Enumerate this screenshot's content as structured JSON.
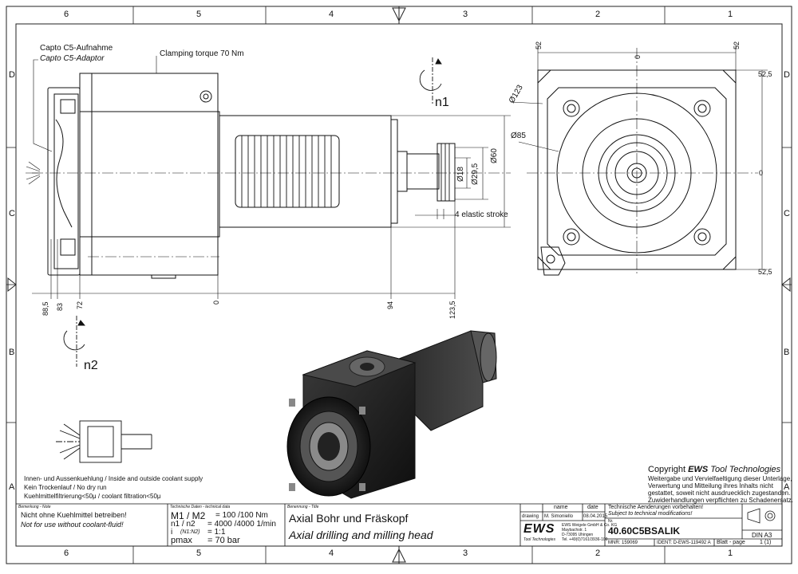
{
  "frame": {
    "col_top": [
      "6",
      "5",
      "4",
      "3",
      "2",
      "1"
    ],
    "col_bottom": [
      "6",
      "5",
      "4",
      "3",
      "2",
      "1"
    ],
    "row_left": [
      "D",
      "C",
      "B",
      "A"
    ],
    "row_right": [
      "D",
      "C",
      "B",
      "A"
    ]
  },
  "side_view": {
    "label_de": "Capto C5-Aufnahme",
    "label_en": "Capto C5-Adaptor",
    "clamping": "Clamping torque 70 Nm",
    "rot_label_1": "n1",
    "rot_label_2": "n2",
    "dims": {
      "d60": "Ø60",
      "d295": "Ø29,5",
      "d18": "Ø18",
      "stroke": "4 elastic stroke",
      "d885": "88,5",
      "d83": "83",
      "d72": "72",
      "d0": "0",
      "d94": "94",
      "d1235": "123,5"
    }
  },
  "front_view": {
    "top_left": "52",
    "top_zero": "0",
    "top_right": "52",
    "right_top": "52,5",
    "right_zero": "0",
    "right_bottom": "52,5",
    "d123": "Ø123",
    "d85": "Ø85"
  },
  "coolant": {
    "line1": "Innen- und Aussenkuehlung / Inside and outside coolant supply",
    "line2": "Kein Trockenlauf / No dry run",
    "line3": "Kuehlmittelfiltrierung<50μ / coolant filtration<50μ"
  },
  "copyright": {
    "title_prefix": "Copyright",
    "title_brand": "EWS",
    "title_suffix": "Tool Technologies",
    "l1": "Weitergabe und Vervielfaeltigung dieser Unterlage,",
    "l2": "Verwertung und Mitteilung ihres Inhalts nicht",
    "l3": "gestattet, soweit nicht ausdruecklich zugestanden.",
    "l4": "Zuwiderhandlungen verpflichten zu Schadenersatz."
  },
  "title_block": {
    "note_header": "Bemerkung - Note",
    "note_de": "Nicht ohne Kuehlmittel betreiben!",
    "note_en": "Not for use without coolant-fluid!",
    "tech_header": "Technische Daten - technical data",
    "m_label": "M1 / M2",
    "m_value": "= 100 /100 Nm",
    "n_label": "n1 / n2",
    "n_value": "= 4000 /4000  1/min",
    "i_label": "i",
    "i_sub": "(N1:N2)",
    "i_value": "= 1:1",
    "p_label": "pmax",
    "p_value": "= 70  bar",
    "title_header": "Benennung - Title",
    "title_de": "Axial Bohr und Fräskopf",
    "title_en": "Axial drilling and milling head",
    "col_name": "name",
    "col_date": "date",
    "drawing_label": "drawing",
    "drawing_name": "M. Simoniello",
    "drawing_date": "08.04.2015",
    "logo": "EWS",
    "logo_sub": "Tool Technologies",
    "company_1": "EWS Weigele GmbH & Co. KG",
    "company_2": "Maybachstr. 1",
    "company_3": "D-73095 Uhingen",
    "company_4": "Tel. +49(0)7161/3936-100",
    "change_de": "Technische Aenderungen vorbehalten!",
    "change_en": "Subject to technical modifications!",
    "nr_label": "Nr.",
    "part_no": "40.60C5BSALIK",
    "mnr": "MNR: 159069",
    "ident": "IDENT: D-EWS-119492 A",
    "sheet": "Blatt - page",
    "sheet_no": "1 (1)",
    "format": "DIN A3"
  }
}
